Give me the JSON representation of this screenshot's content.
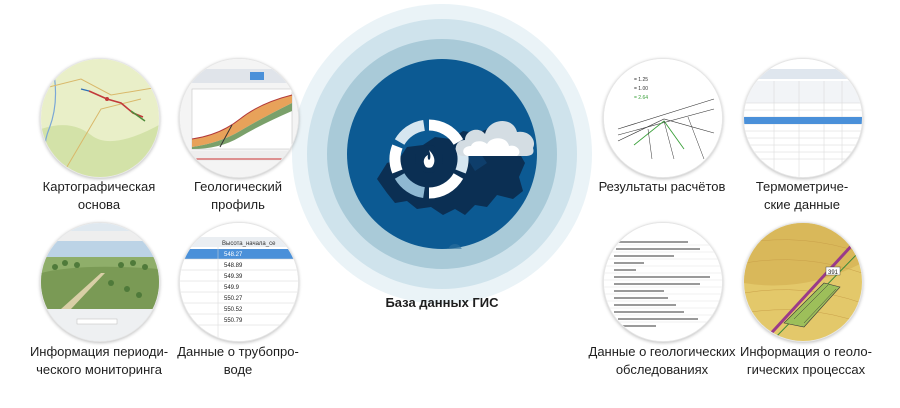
{
  "center": {
    "title": "База данных ГИС",
    "icon": "gas-flame-icon"
  },
  "modules": [
    {
      "id": "map",
      "icon": "topographic-map-thumbnail",
      "line1": "Картографическая",
      "line2": "основа"
    },
    {
      "id": "profile",
      "icon": "geologic-profile-thumbnail",
      "line1": "Геологический",
      "line2": "профиль"
    },
    {
      "id": "results",
      "icon": "calculation-chart-thumbnail",
      "line1": "Результаты расчётов",
      "line2": ""
    },
    {
      "id": "thermo",
      "icon": "thermometric-table-thumbnail",
      "line1": "Термометриче-",
      "line2": "ские данные"
    },
    {
      "id": "monitor",
      "icon": "aerial-photo-thumbnail",
      "line1": "Информация периоди-",
      "line2": "ческого мониторинга"
    },
    {
      "id": "pipeline",
      "icon": "pipeline-table-thumbnail",
      "line1": "Данные о трубопро-",
      "line2": "воде"
    },
    {
      "id": "survey",
      "icon": "survey-list-thumbnail",
      "line1": "Данные о геологических",
      "line2": "обследованиях"
    },
    {
      "id": "process",
      "icon": "geologic-process-thumbnail",
      "line1": "Информация о геоло-",
      "line2": "гических процессах"
    }
  ],
  "pipeline_table": {
    "header": "Высота_начала_се",
    "rows": [
      "548.27",
      "548.89",
      "549.39",
      "549.9",
      "550.27",
      "550.52",
      "550.79"
    ]
  },
  "results_chart": {
    "legend": [
      "= 1.25",
      "= 1.00",
      "= 2.64"
    ]
  },
  "process_map": {
    "marker": "391"
  },
  "colors": {
    "core": "#0c5a93",
    "ring_outer": "#eaf3f7",
    "ring_mid": "#cfe3ec",
    "ring_inner": "#a9cad8",
    "highlight": "#4a90d9"
  }
}
